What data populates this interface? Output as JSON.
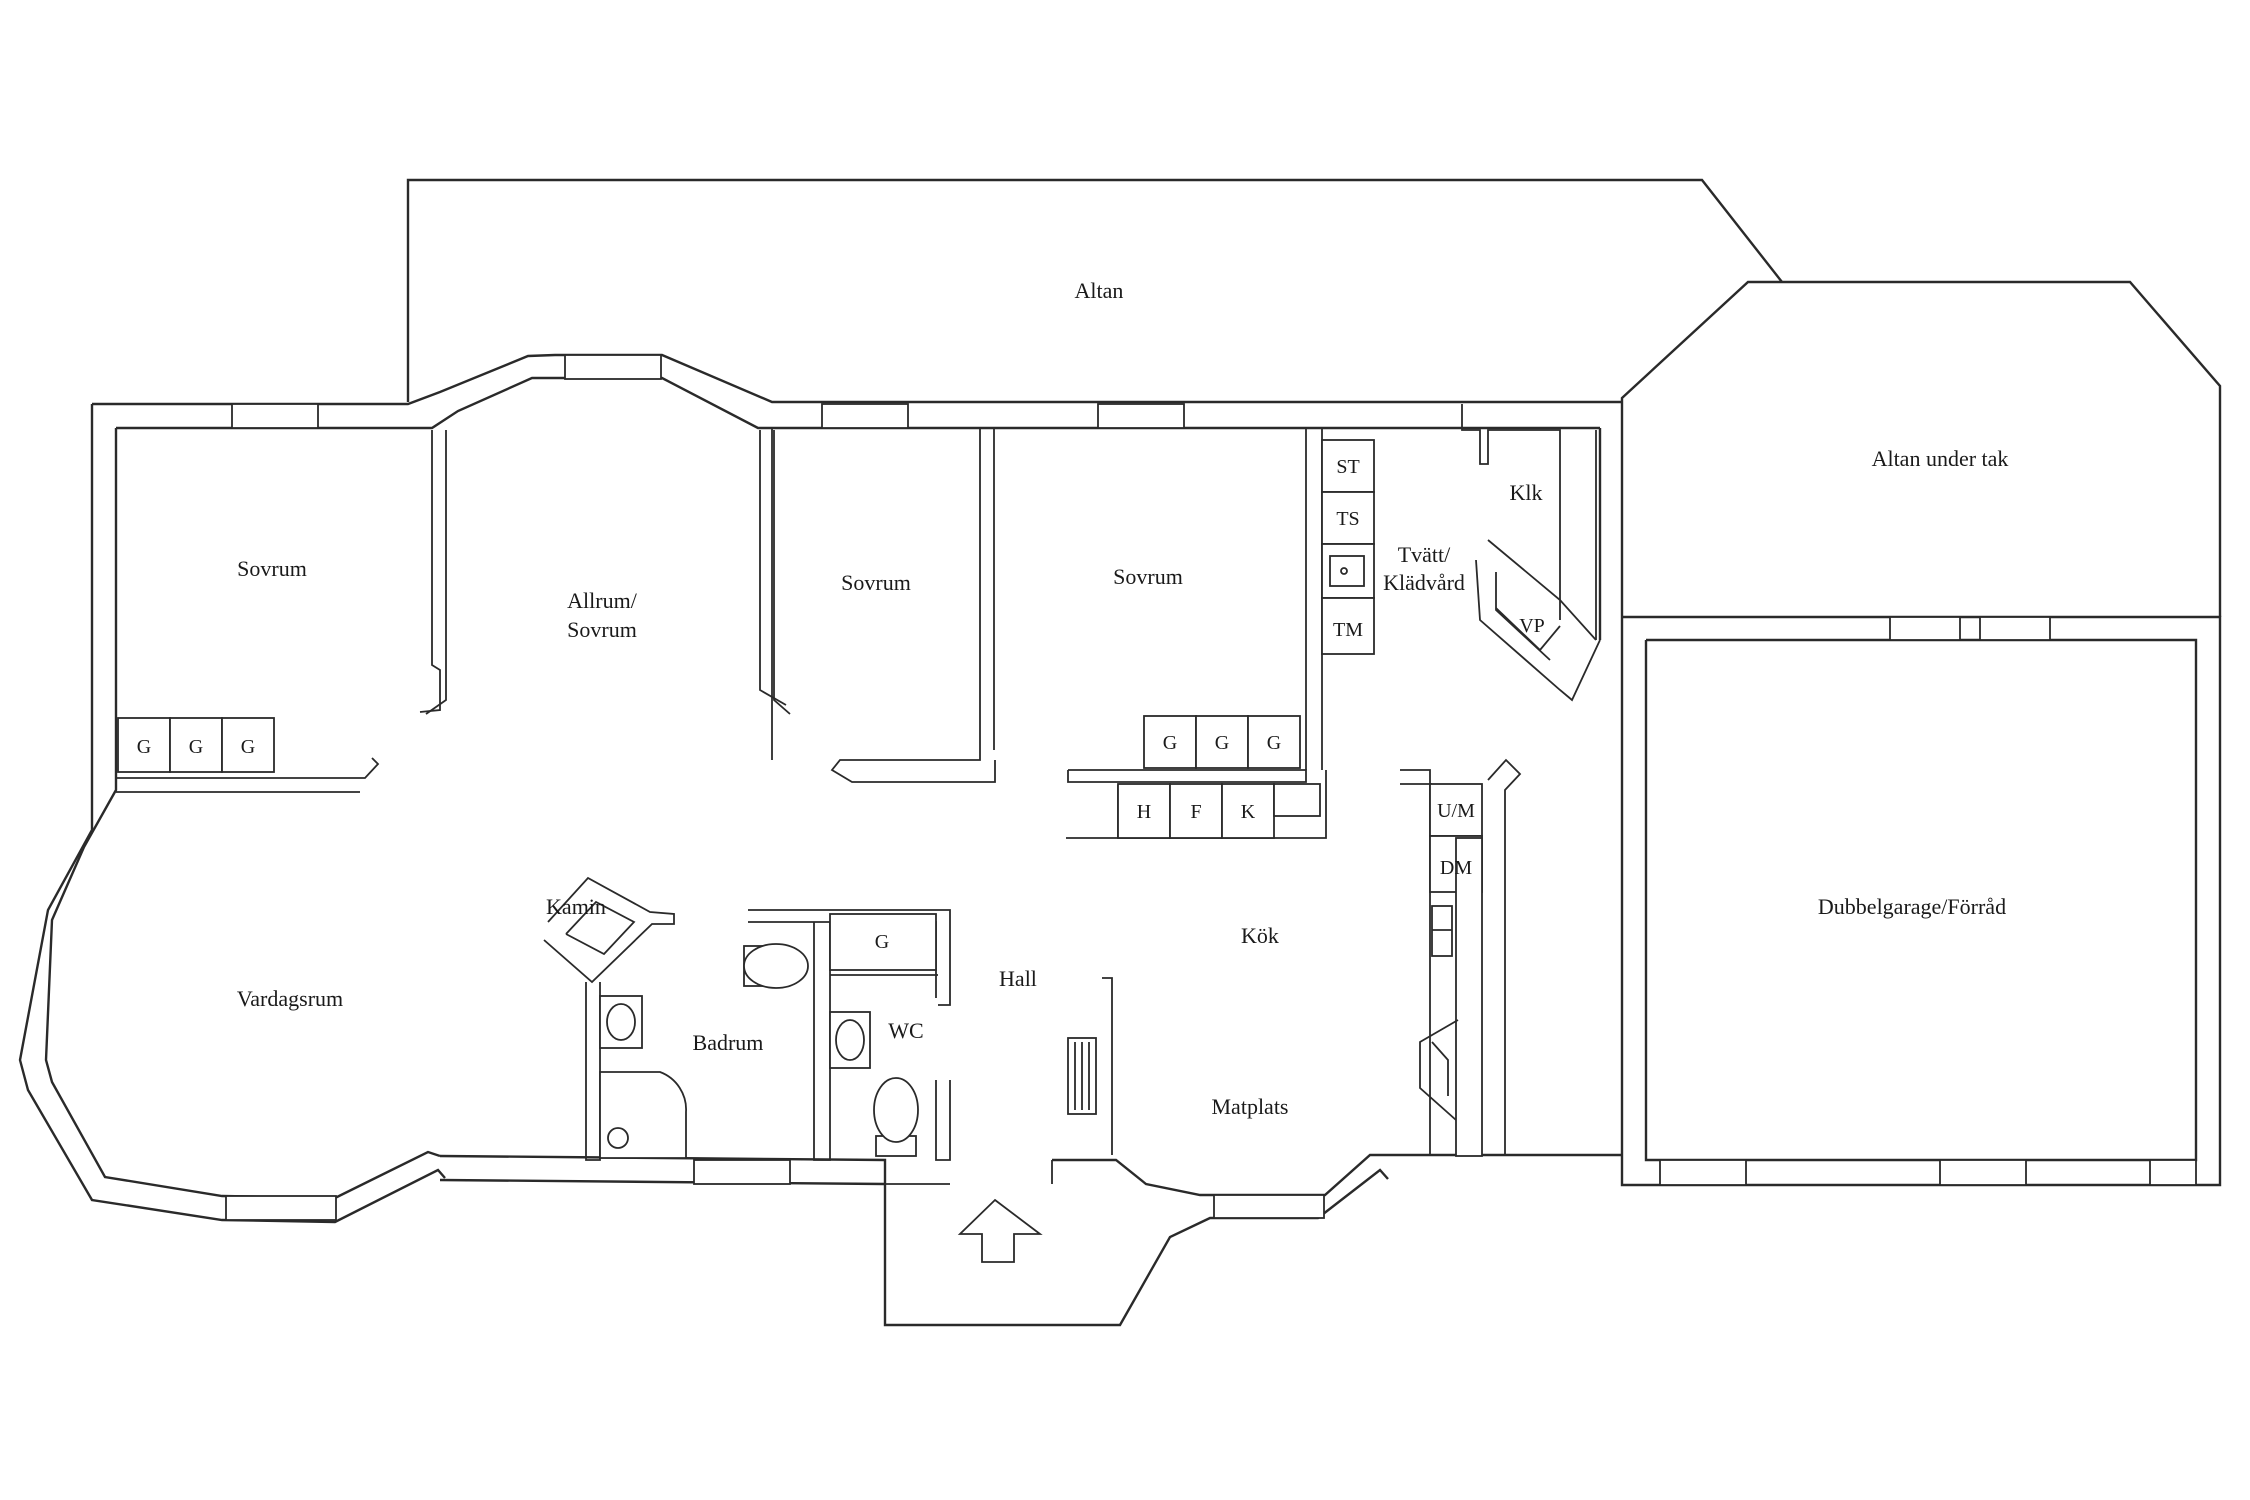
{
  "rooms": {
    "altan": "Altan",
    "altan_under_tak": "Altan under tak",
    "sovrum_1": "Sovrum",
    "allrum_line1": "Allrum/",
    "allrum_line2": "Sovrum",
    "sovrum_2": "Sovrum",
    "sovrum_3": "Sovrum",
    "tvatt_line1": "Tvätt/",
    "tvatt_line2": "Klädvård",
    "klk": "Klk",
    "dubbelgarage": "Dubbelgarage/Förråd",
    "kamin": "Kamin",
    "vardagsrum": "Vardagsrum",
    "badrum": "Badrum",
    "wc": "WC",
    "hall": "Hall",
    "kok": "Kök",
    "matplats": "Matplats"
  },
  "fixtures": {
    "st": "ST",
    "ts": "TS",
    "tm": "TM",
    "vp": "VP",
    "um": "U/M",
    "dm": "DM",
    "g": "G",
    "h": "H",
    "f": "F",
    "k": "K"
  }
}
